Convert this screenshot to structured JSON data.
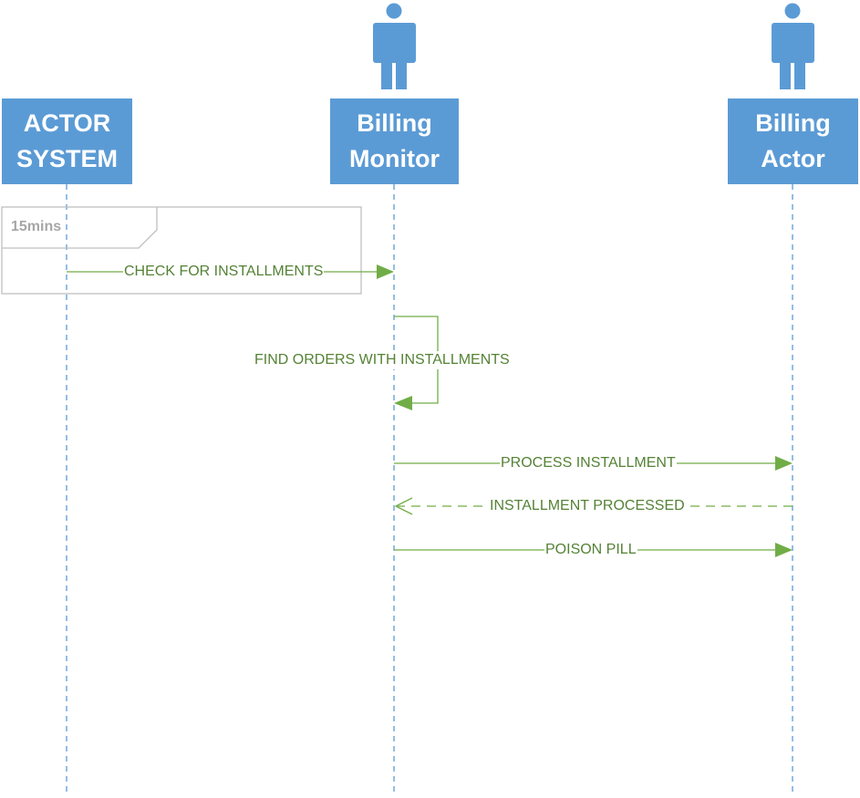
{
  "colors": {
    "lifeline_fill": "#5b9bd5",
    "lifeline_text": "#ffffff",
    "message": "#70ad47",
    "message_text": "#548235",
    "fragment_border": "#bfbfbf",
    "fragment_text": "#a6a6a6"
  },
  "lifelines": [
    {
      "line1": "ACTOR",
      "line2": "SYSTEM",
      "icon": "none"
    },
    {
      "line1": "Billing",
      "line2": "Monitor",
      "icon": "actor-person-icon"
    },
    {
      "line1": "Billing",
      "line2": "Actor",
      "icon": "actor-person-icon"
    }
  ],
  "fragment": {
    "label": "15mins"
  },
  "messages": [
    {
      "label": "CHECK FOR INSTALLMENTS",
      "from": "ACTOR SYSTEM",
      "to": "Billing Monitor",
      "style": "solid"
    },
    {
      "label": "FIND ORDERS WITH INSTALLMENTS",
      "from": "Billing Monitor",
      "to": "Billing Monitor",
      "style": "self"
    },
    {
      "label": "PROCESS INSTALLMENT",
      "from": "Billing Monitor",
      "to": "Billing Actor",
      "style": "solid"
    },
    {
      "label": "INSTALLMENT PROCESSED",
      "from": "Billing Actor",
      "to": "Billing Monitor",
      "style": "dashed-return"
    },
    {
      "label": "POISON PILL",
      "from": "Billing Monitor",
      "to": "Billing Actor",
      "style": "solid"
    }
  ]
}
